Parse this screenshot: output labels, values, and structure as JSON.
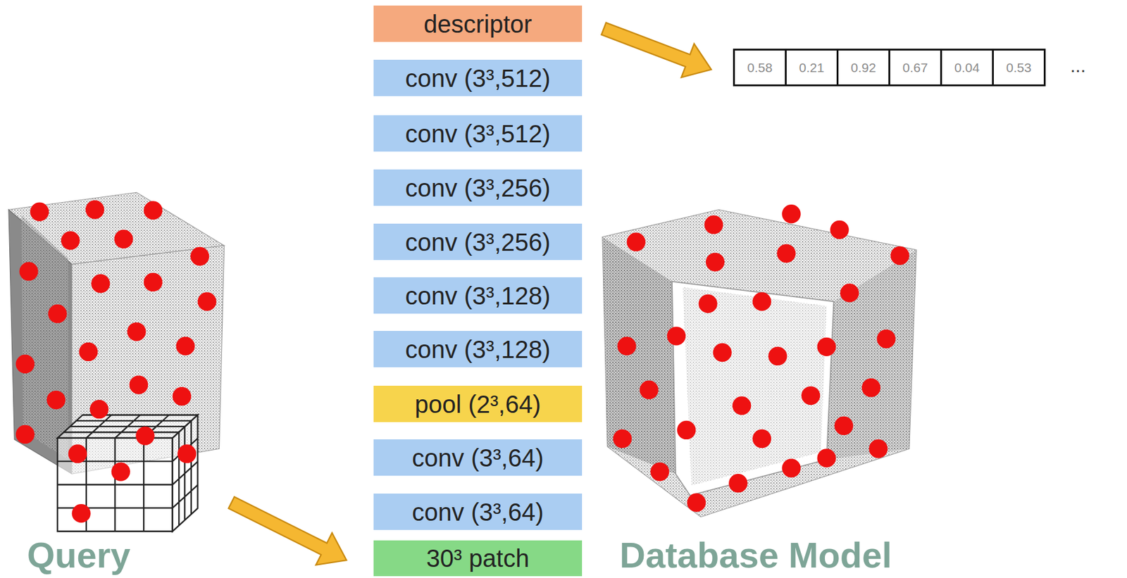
{
  "diagram": {
    "nodes": [
      {
        "text": [
          "descriptor"
        ]
      },
      {
        "text": [
          "conv (3³,512)"
        ]
      },
      {
        "text": [
          "conv (3³,512)"
        ]
      },
      {
        "text": [
          "conv (3³,256)"
        ]
      },
      {
        "text": [
          "conv (3³,256)"
        ]
      },
      {
        "text": [
          "conv (3³,128)"
        ]
      },
      {
        "text": [
          "conv (3³,128)"
        ]
      },
      {
        "text": [
          "pool (2³,64)"
        ]
      },
      {
        "text": [
          "conv (3³,64)"
        ]
      },
      {
        "text": [
          "conv (3³,64)"
        ]
      },
      {
        "text": [
          "30³ patch"
        ]
      }
    ],
    "labels": [
      "0.58",
      "0.21",
      "0.92",
      "0.67",
      "0.04",
      "0.53",
      "...",
      "Query",
      "Database Model"
    ]
  }
}
